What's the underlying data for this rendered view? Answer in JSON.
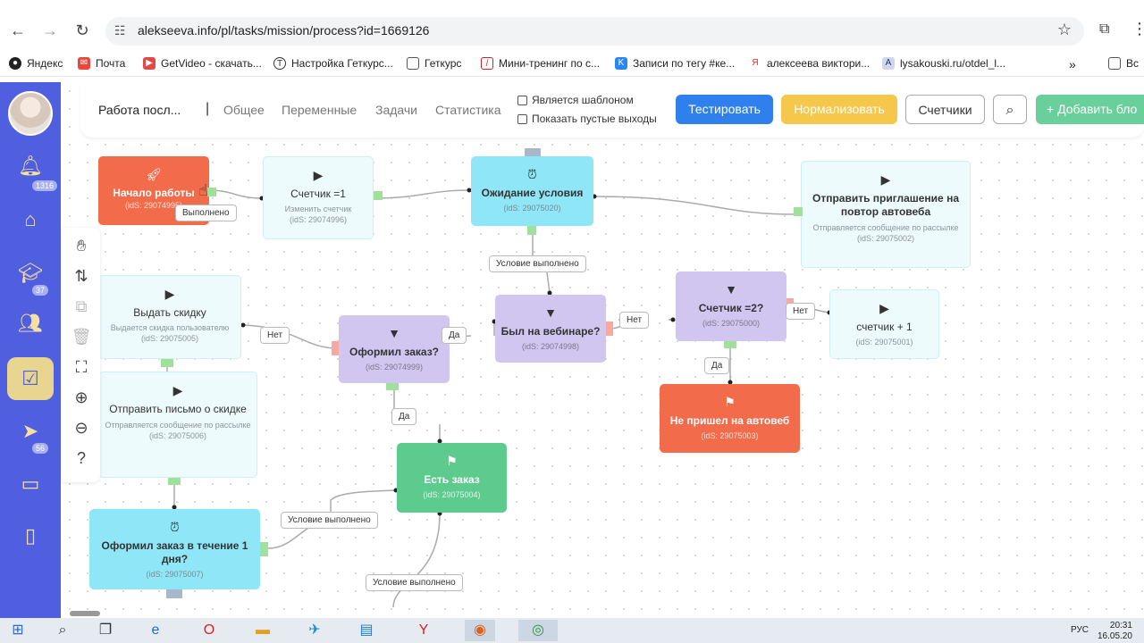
{
  "browser": {
    "url": "alekseeva.info/pl/tasks/mission/process?id=1669126",
    "bookmarks": [
      "Яндекс",
      "Почта",
      "GetVideo - скачать...",
      "Настройка Геткурс...",
      "Геткурс",
      "Мини-тренинг по с...",
      "Записи по тегу #ке...",
      "алексеева виктори...",
      "lysakouski.ru/otdel_l...",
      "Вс"
    ]
  },
  "sidebar": {
    "badges": [
      "1316",
      "37",
      "56"
    ]
  },
  "toolbar": {
    "title": "Работа посл...",
    "separator": "|",
    "tabs": [
      "Общее",
      "Переменные",
      "Задачи",
      "Статистика"
    ],
    "checkbox_template": "Является шаблоном",
    "checkbox_empty": "Показать пустые выходы",
    "btn_test": "Тестировать",
    "btn_normalize": "Нормализовать",
    "btn_counters": "Счетчики",
    "btn_add": "+ Добавить бло",
    "colors": {
      "test": "#2f80ed",
      "normalize": "#f5c84b",
      "add": "#69cf9b"
    }
  },
  "nodes": {
    "start": {
      "title": "Начало работы",
      "id": "(idS: 29074995)"
    },
    "counter1": {
      "title": "Счетчик =1",
      "sub": "Изменить счетчик",
      "id": "(idS: 29074996)"
    },
    "wait": {
      "title": "Ожидание условия",
      "id": "(idS: 29075020)"
    },
    "invite": {
      "title": "Отправить приглашение на повтор автовеба",
      "sub": "Отправляется сообщение по рассылке",
      "id": "(idS: 29075002)"
    },
    "discount": {
      "title": "Выдать скидку",
      "sub": "Выдается скидка пользователю",
      "id": "(idS: 29075005)"
    },
    "ordered": {
      "title": "Оформил заказ?",
      "id": "(idS: 29074999)"
    },
    "webinar": {
      "title": "Был на вебинаре?",
      "id": "(idS: 29074998)"
    },
    "counter2": {
      "title": "Счетчик =2?",
      "id": "(idS: 29075000)"
    },
    "counterplus": {
      "title": "счетчик + 1",
      "id": "(idS: 29075001)"
    },
    "sendletter": {
      "title": "Отправить письмо о скидке",
      "sub": "Отправляется сообщение по рассылке",
      "id": "(idS: 29075006)"
    },
    "noshow": {
      "title": "Не пришел на автовеб",
      "id": "(idS: 29075003)"
    },
    "hasorder": {
      "title": "Есть заказ",
      "id": "(idS: 29075004)"
    },
    "ordered24": {
      "title": "Оформил заказ в течение 1 дня?",
      "id": "(idS: 29075007)"
    }
  },
  "labels": {
    "done": "Выполнено",
    "cond1": "Условие выполнено",
    "no1": "Нет",
    "yes1": "Да",
    "no2": "Нет",
    "no3": "Нет",
    "yes2": "Да",
    "yes3": "Да",
    "cond2": "Условие выполнено",
    "cond3": "Условие выполнено"
  },
  "taskbar": {
    "lang": "РУС",
    "time": "20:31",
    "date": "16.05.20"
  }
}
